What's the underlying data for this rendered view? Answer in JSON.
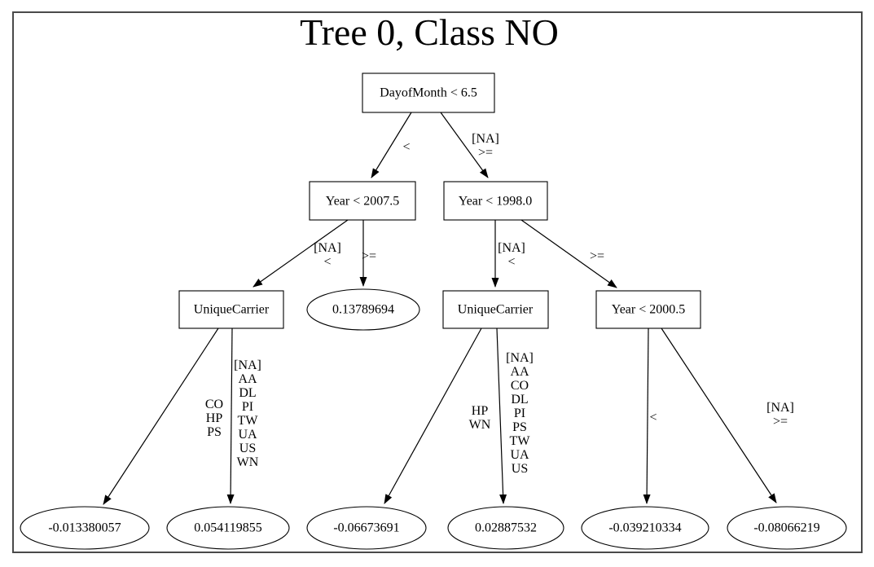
{
  "title": "Tree 0, Class NO",
  "nodes": [
    {
      "id": "root",
      "type": "decision",
      "label": "DayofMonth < 6.5"
    },
    {
      "id": "year-2007",
      "type": "decision",
      "label": "Year < 2007.5"
    },
    {
      "id": "year-1998",
      "type": "decision",
      "label": "Year < 1998.0"
    },
    {
      "id": "carrier-left",
      "type": "decision",
      "label": "UniqueCarrier"
    },
    {
      "id": "leaf-mid",
      "type": "leaf",
      "label": "0.13789694"
    },
    {
      "id": "carrier-right",
      "type": "decision",
      "label": "UniqueCarrier"
    },
    {
      "id": "year-2000",
      "type": "decision",
      "label": "Year < 2000.5"
    },
    {
      "id": "leaf-1",
      "type": "leaf",
      "label": "-0.013380057"
    },
    {
      "id": "leaf-2",
      "type": "leaf",
      "label": "0.054119855"
    },
    {
      "id": "leaf-3",
      "type": "leaf",
      "label": "-0.06673691"
    },
    {
      "id": "leaf-4",
      "type": "leaf",
      "label": "0.02887532"
    },
    {
      "id": "leaf-5",
      "type": "leaf",
      "label": "-0.039210334"
    },
    {
      "id": "leaf-6",
      "type": "leaf",
      "label": "-0.08066219"
    }
  ],
  "edges": [
    {
      "from": "root",
      "to": "year-2007",
      "lines": [
        "<"
      ]
    },
    {
      "from": "root",
      "to": "year-1998",
      "lines": [
        "[NA]",
        ">="
      ]
    },
    {
      "from": "year-2007",
      "to": "carrier-left",
      "lines": [
        "[NA]",
        "<"
      ]
    },
    {
      "from": "year-2007",
      "to": "leaf-mid",
      "lines": [
        ">="
      ]
    },
    {
      "from": "year-1998",
      "to": "carrier-right",
      "lines": [
        "[NA]",
        "<"
      ]
    },
    {
      "from": "year-1998",
      "to": "year-2000",
      "lines": [
        ">="
      ]
    },
    {
      "from": "carrier-left",
      "to": "leaf-1",
      "lines": [
        "CO",
        "HP",
        "PS"
      ]
    },
    {
      "from": "carrier-left",
      "to": "leaf-2",
      "lines": [
        "[NA]",
        "AA",
        "DL",
        "PI",
        "TW",
        "UA",
        "US",
        "WN"
      ]
    },
    {
      "from": "carrier-right",
      "to": "leaf-3",
      "lines": [
        "HP",
        "WN"
      ]
    },
    {
      "from": "carrier-right",
      "to": "leaf-4",
      "lines": [
        "[NA]",
        "AA",
        "CO",
        "DL",
        "PI",
        "PS",
        "TW",
        "UA",
        "US"
      ]
    },
    {
      "from": "year-2000",
      "to": "leaf-5",
      "lines": [
        "<"
      ]
    },
    {
      "from": "year-2000",
      "to": "leaf-6",
      "lines": [
        "[NA]",
        ">="
      ]
    }
  ],
  "colors": {
    "frame_border": "#4a4a4a",
    "node_stroke": "#000000",
    "edge_stroke": "#000000",
    "background": "#ffffff"
  }
}
